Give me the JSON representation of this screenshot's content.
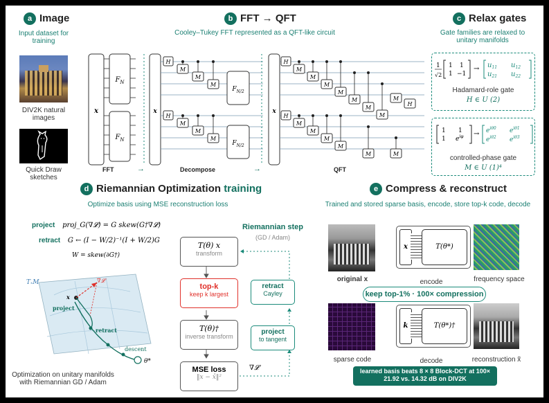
{
  "panels": {
    "a": {
      "badge": "a",
      "title": "Image",
      "subtitle": "Input dataset for training",
      "img1_caption": "DIV2K natural images",
      "img2_caption": "Quick Draw sketches"
    },
    "b": {
      "badge": "b",
      "title": "FFT → QFT",
      "subtitle": "Cooley–Tukey FFT represented as a QFT-like circuit",
      "label_fft": "FFT",
      "label_decompose": "Decompose",
      "label_qft": "QFT",
      "x_label": "x",
      "fn": "F",
      "fn_sub": "N",
      "fn2_sub": "N/2",
      "h": "H",
      "m": "M"
    },
    "c": {
      "badge": "c",
      "title": "Relax gates",
      "subtitle": "Gate families are relaxed to unitary manifolds",
      "gate1_name": "Hadamard-role gate",
      "gate1_group": "H ∈ U (2)",
      "gate2_name": "controlled-phase gate",
      "gate2_group": "M ∈ U (1)⁴"
    },
    "d": {
      "badge": "d",
      "title_main": "Riemannian Optimization",
      "title_accent": "training",
      "subtitle": "Optimize basis using MSE reconstruction loss",
      "project_label": "project",
      "project_eq": "proj_G(∇𝓛) = G skew(G†∇𝓛)",
      "retract_label": "retract",
      "retract_eq": "G ← (I − W/2)⁻¹(I + W/2)G",
      "w_eq": "W = skew(∂G†)",
      "manifold_label": "TₓM",
      "x_pt": "x",
      "grad": "∇𝓛",
      "proj_arrow": "project",
      "retr_arrow": "retract",
      "descent": "descent",
      "theta_star": "θ*",
      "caption": "Optimization on unitary manifolds with Riemannian GD / Adam",
      "box_transform": "T(θ) x",
      "box_transform_sub": "transform",
      "box_topk": "top-k",
      "box_topk_sub": "keep k largest",
      "box_inverse": "T(θ)†",
      "box_inverse_sub": "inverse transform",
      "box_mse": "MSE loss",
      "box_mse_sub": "‖x − x̂‖²",
      "riem_title": "Riemannian step",
      "riem_sub": "(GD / Adam)",
      "retract_box": "retract",
      "retract_box_sub": "Cayley",
      "project_box": "project",
      "project_box_sub": "to tangent",
      "grad_label": "∇𝓛"
    },
    "e": {
      "badge": "e",
      "title": "Compress & reconstruct",
      "subtitle": "Trained and stored sparse basis, encode, store top-k code, decode",
      "original": "original x",
      "encode": "encode",
      "freq": "frequency space",
      "keep": "keep top-1% · 100× compression",
      "sparse": "sparse code",
      "decode": "decode",
      "recon": "reconstruction x̃",
      "enc_x": "x",
      "enc_t": "T(θ*)",
      "dec_k": "k",
      "dec_t": "T(θ*)†",
      "result": "learned basis beats 8 × 8 Block-DCT at 100× 21.92 vs. 14.32 dB on DIV2K"
    }
  },
  "colors": {
    "teal": "#13705f",
    "accent": "#1a8a7a",
    "red": "#e0302a"
  }
}
